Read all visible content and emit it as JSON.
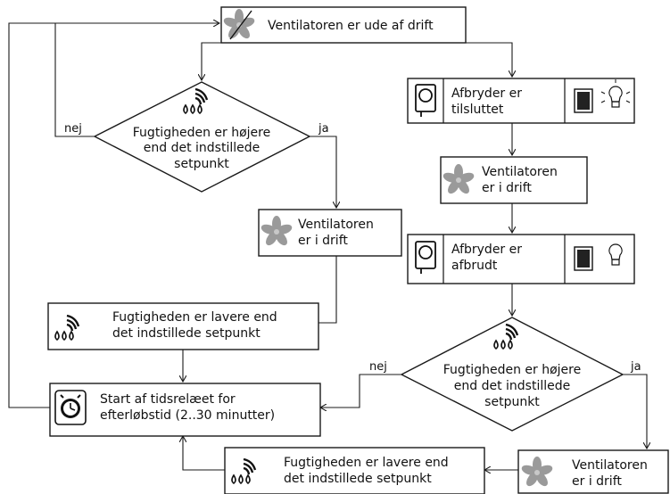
{
  "nodes": {
    "top": {
      "label": "Ventilatoren er ude af drift"
    },
    "d1": {
      "lines": [
        "Fugtigheden er højere",
        "end det indstillede",
        "setpunkt"
      ],
      "no": "nej",
      "yes": "ja"
    },
    "fan_left": {
      "lines": [
        "Ventilatoren",
        "er i drift"
      ]
    },
    "low_left": {
      "lines": [
        "Fugtigheden er lavere end",
        "det indstillede setpunkt"
      ]
    },
    "timer": {
      "lines": [
        "Start af tidsrelæet for",
        "efterløbstid (2..30 minutter)"
      ]
    },
    "sw_on": {
      "lines": [
        "Afbryder er",
        "tilsluttet"
      ]
    },
    "fan_right": {
      "lines": [
        "Ventilatoren",
        "er i drift"
      ]
    },
    "sw_off": {
      "lines": [
        "Afbryder er",
        "afbrudt"
      ]
    },
    "d2": {
      "lines": [
        "Fugtigheden er højere",
        "end det indstillede",
        "setpunkt"
      ],
      "no": "nej",
      "yes": "ja"
    },
    "low_bottom": {
      "lines": [
        "Fugtigheden er lavere end",
        "det indstillede setpunkt"
      ]
    },
    "fan_bottom": {
      "lines": [
        "Ventilatoren",
        "er i drift"
      ]
    }
  },
  "icons": {
    "fan": "fan-icon",
    "humidity": "humidity-drops-icon",
    "switch": "switch-icon",
    "lamp": "lamp-icon",
    "timer": "timer-icon"
  }
}
